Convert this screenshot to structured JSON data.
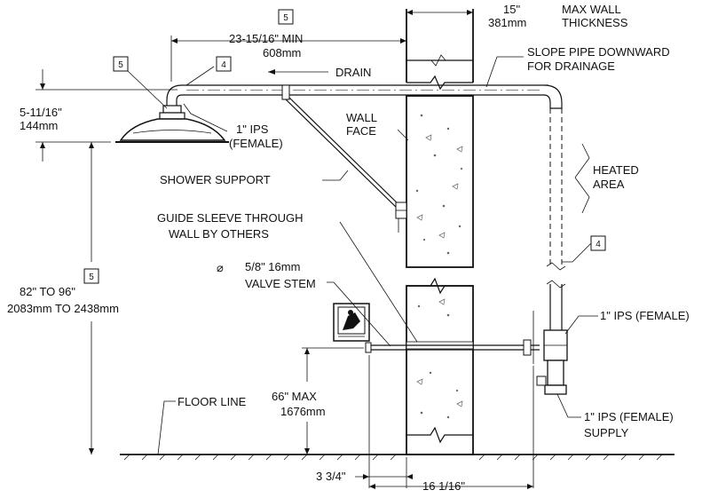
{
  "labels": {
    "min_dim": "23-15/16\" MIN",
    "min_dim_mm": "608mm",
    "drain": "DRAIN",
    "wall_thk_in": "15\"",
    "wall_thk_mm": "381mm",
    "max_wall_1": "MAX WALL",
    "max_wall_2": "THICKNESS",
    "slope_1": "SLOPE PIPE DOWNWARD",
    "slope_2": "FOR DRAINAGE",
    "head_drop_in": "5-11/16\"",
    "head_drop_mm": "144mm",
    "ips_top_1": "1\" IPS",
    "ips_top_2": "(FEMALE)",
    "wall_face_1": "WALL",
    "wall_face_2": "FACE",
    "heated_1": "HEATED",
    "heated_2": "AREA",
    "shower_support": "SHOWER SUPPORT",
    "guide_1": "GUIDE SLEEVE THROUGH",
    "guide_2": "WALL BY OTHERS",
    "diameter_symbol": "⌀",
    "valve_1": "5/8\" 16mm",
    "valve_2": "VALVE STEM",
    "height_1": "82\" TO 96\"",
    "height_2": "2083mm TO 2438mm",
    "ips_valve": "1\" IPS (FEMALE)",
    "max_66": "66\" MAX",
    "max_66_mm": "1676mm",
    "floor_line": "FLOOR LINE",
    "ips_supply_1": "1\" IPS (FEMALE)",
    "ips_supply_2": "SUPPLY",
    "dim_3_3_4": "3 3/4\"",
    "dim_16_1_16": "16 1/16\""
  },
  "tags": {
    "t5_top": "5",
    "t5_head": "5",
    "t4_top": "4",
    "t4_right": "4",
    "t5_height": "5"
  },
  "sign": {
    "icon": "emergency-shower-sign-icon"
  }
}
